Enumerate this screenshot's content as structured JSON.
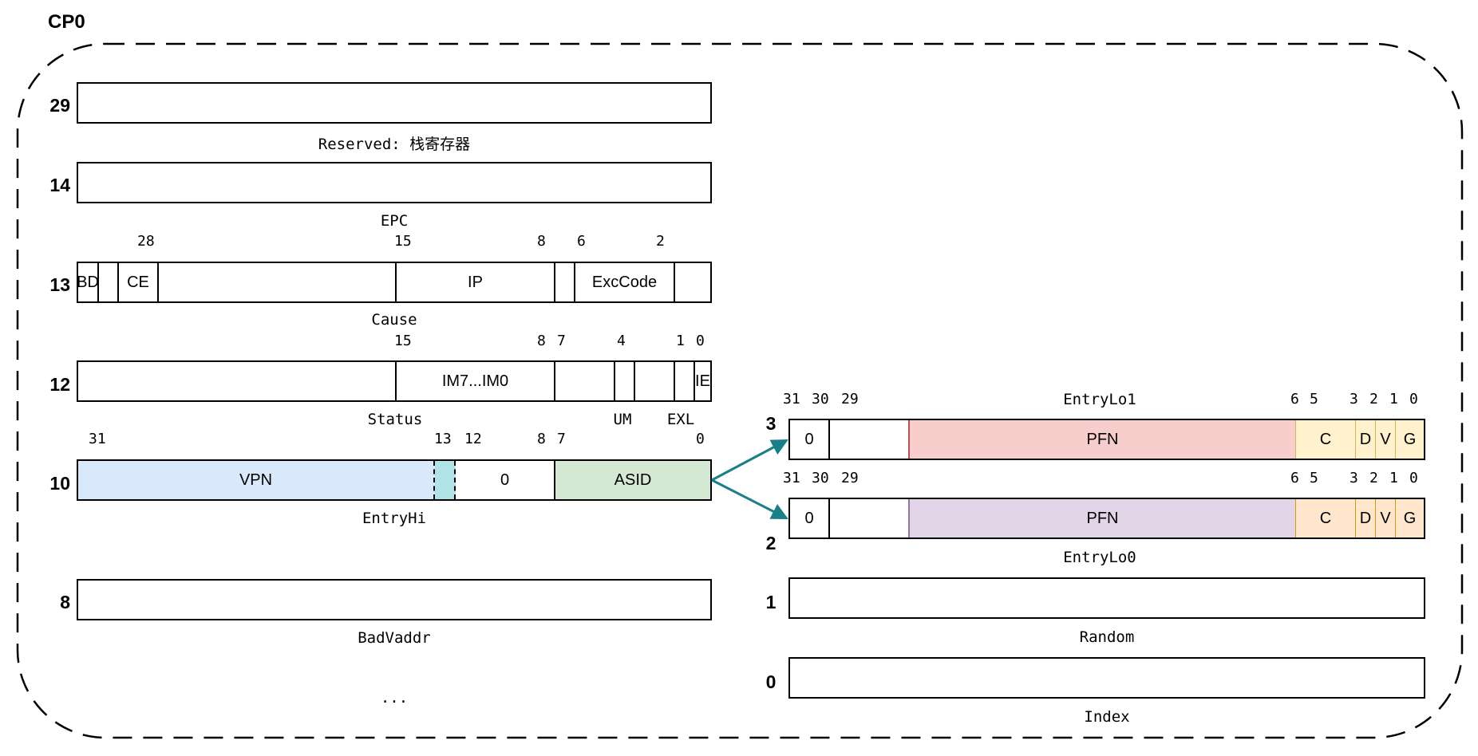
{
  "container": {
    "title": "CP0"
  },
  "left_registers": [
    {
      "number": "29",
      "label": "Reserved: 栈寄存器"
    },
    {
      "number": "14",
      "label": "EPC"
    },
    {
      "number": "13",
      "label": "Cause",
      "bits": [
        "28",
        "15",
        "8",
        "6",
        "2"
      ],
      "fields": [
        "BD",
        "",
        "CE",
        "",
        "IP",
        "",
        "ExcCode",
        ""
      ]
    },
    {
      "number": "12",
      "label": "Status",
      "bits": [
        "15",
        "8",
        "7",
        "4",
        "1",
        "0"
      ],
      "fields": [
        "",
        "IM7...IM0",
        "",
        "",
        "",
        "",
        "IE"
      ],
      "sub_labels": [
        "UM",
        "EXL"
      ]
    },
    {
      "number": "10",
      "label": "EntryHi",
      "bits": [
        "31",
        "13",
        "12",
        "8",
        "7",
        "0"
      ],
      "fields": [
        "VPN",
        "",
        "0",
        "ASID"
      ]
    },
    {
      "number": "8",
      "label": "BadVaddr"
    }
  ],
  "ellipsis": "...",
  "right_registers": [
    {
      "number": "3",
      "label": "EntryLo1",
      "bits": [
        "31",
        "30",
        "29",
        "6",
        "5",
        "3",
        "2",
        "1",
        "0"
      ],
      "fields": [
        "0",
        "",
        "PFN",
        "C",
        "D",
        "V",
        "G"
      ]
    },
    {
      "number": "2",
      "label": "EntryLo0",
      "bits": [
        "31",
        "30",
        "29",
        "6",
        "5",
        "3",
        "2",
        "1",
        "0"
      ],
      "fields": [
        "0",
        "",
        "PFN",
        "C",
        "D",
        "V",
        "G"
      ]
    },
    {
      "number": "1",
      "label": "Random"
    },
    {
      "number": "0",
      "label": "Index"
    }
  ],
  "colors": {
    "vpn": "#dae8fc",
    "vpn_gap": "#b0e3e6",
    "asid": "#d5e8d4",
    "pfn_lo1": "#f8cecc",
    "pfn_lo0": "#e1d5e7",
    "flags_lo1": "#fff2cc",
    "flags_lo0": "#ffe6cc",
    "arrow": "#1a7f86"
  }
}
